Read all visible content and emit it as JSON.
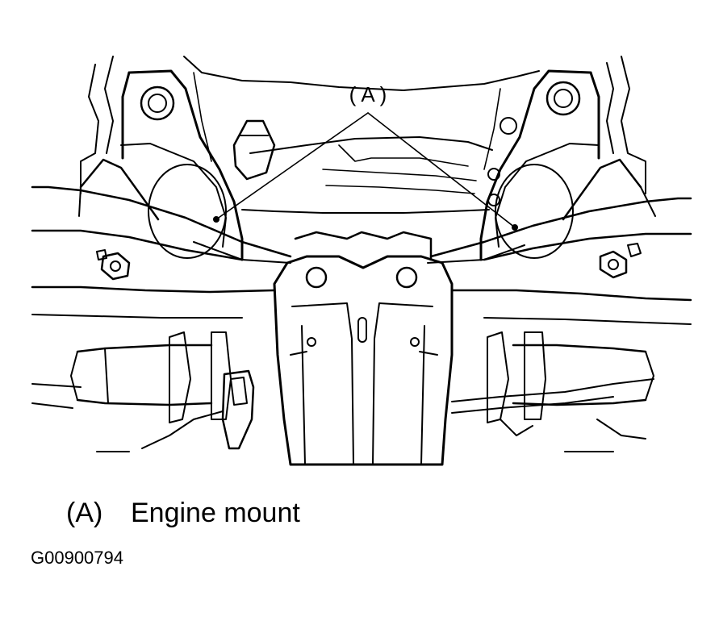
{
  "diagram": {
    "callout": {
      "open": "(",
      "letter": "A",
      "close": ")"
    },
    "legend": [
      {
        "key": "(A)",
        "label": "Engine mount"
      }
    ],
    "figure_code": "G00900794"
  }
}
